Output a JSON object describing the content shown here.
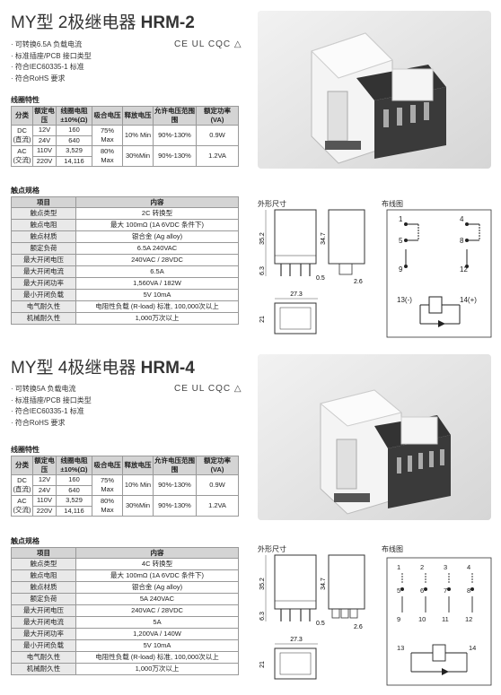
{
  "hrm2": {
    "title_prefix": "MY型 2极继电器 ",
    "title_model": "HRM-2",
    "features": [
      "可转换6.5A 负载电流",
      "标准插座/PCB 接口类型",
      "符合IEC60335-1 标准",
      "符合RoHS 要求"
    ],
    "certs": "CE  UL  CQC  △",
    "coil_title": "线圈特性",
    "coil_headers": [
      "分类",
      "额定电压",
      "线圈电阻 ±10%(Ω)",
      "吸合电压",
      "释放电压",
      "允许电压范围围",
      "额定功率 (VA)"
    ],
    "coil_rows": [
      {
        "cat": "DC (直流)",
        "v1": "12V",
        "r1": "160",
        "v2": "24V",
        "r2": "640",
        "pull": "75% Max",
        "rel": "10% Min",
        "range": "90%-130%",
        "power": "0.9W"
      },
      {
        "cat": "AC (交流)",
        "v1": "110V",
        "r1": "3,529",
        "v2": "220V",
        "r2": "14,116",
        "pull": "80% Max",
        "rel": "30%Min",
        "range": "90%-130%",
        "power": "1.2VA"
      }
    ],
    "contact_title": "触点规格",
    "contact_headers": [
      "项目",
      "内容"
    ],
    "contact_rows": [
      [
        "触点类型",
        "2C 转换型"
      ],
      [
        "触点电阻",
        "最大 100mΩ (1A 6VDC 条件下)"
      ],
      [
        "触点材质",
        "银合金 (Ag alloy)"
      ],
      [
        "额定负荷",
        "6.5A 240VAC"
      ],
      [
        "最大开闭电压",
        "240VAC / 28VDC"
      ],
      [
        "最大开闭电流",
        "6.5A"
      ],
      [
        "最大开闭功率",
        "1,560VA / 182W"
      ],
      [
        "最小开闭负载",
        "5V 10mA"
      ],
      [
        "电气耐久性",
        "电阻性负载 (R-load) 标准, 100,000次以上"
      ],
      [
        "机械耐久性",
        "1,000万次以上"
      ]
    ],
    "dim_title": "外形尺寸",
    "wiring_title": "布线图",
    "dims": {
      "h1": "35.2",
      "h2": "34.7",
      "pin": "6.3",
      "t1": "0.5",
      "t2": "2.6",
      "w": "27.3",
      "d": "21"
    },
    "terminals": [
      "1",
      "4",
      "5",
      "8",
      "9",
      "12",
      "13(-)",
      "14(+)"
    ]
  },
  "hrm4": {
    "title_prefix": "MY型 4极继电器 ",
    "title_model": "HRM-4",
    "features": [
      "可转换5A 负载电流",
      "标准插座/PCB 接口类型",
      "符合IEC60335-1 标准",
      "符合RoHS 要求"
    ],
    "certs": "CE  UL  CQC  △",
    "coil_title": "线圈特性",
    "coil_headers": [
      "分类",
      "额定电压",
      "线圈电阻 ±10%(Ω)",
      "吸合电压",
      "释放电压",
      "允许电压范围围",
      "额定功率 (VA)"
    ],
    "coil_rows": [
      {
        "cat": "DC (直流)",
        "v1": "12V",
        "r1": "160",
        "v2": "24V",
        "r2": "640",
        "pull": "75% Max",
        "rel": "10% Min",
        "range": "90%-130%",
        "power": "0.9W"
      },
      {
        "cat": "AC (交流)",
        "v1": "110V",
        "r1": "3,529",
        "v2": "220V",
        "r2": "14,116",
        "pull": "80% Max",
        "rel": "30%Min",
        "range": "90%-130%",
        "power": "1.2VA"
      }
    ],
    "contact_title": "触点规格",
    "contact_headers": [
      "项目",
      "内容"
    ],
    "contact_rows": [
      [
        "触点类型",
        "4C 转换型"
      ],
      [
        "触点电阻",
        "最大 100mΩ (1A 6VDC 条件下)"
      ],
      [
        "触点材质",
        "银合金 (Ag alloy)"
      ],
      [
        "额定负荷",
        "5A 240VAC"
      ],
      [
        "最大开闭电压",
        "240VAC / 28VDC"
      ],
      [
        "最大开闭电流",
        "5A"
      ],
      [
        "最大开闭功率",
        "1,200VA / 140W"
      ],
      [
        "最小开闭负载",
        "5V 10mA"
      ],
      [
        "电气耐久性",
        "电阻性负载 (R-load) 标准, 100,000次以上"
      ],
      [
        "机械耐久性",
        "1,000万次以上"
      ]
    ],
    "dim_title": "外形尺寸",
    "wiring_title": "布线图",
    "dims": {
      "h1": "35.2",
      "h2": "34.7",
      "pin": "6.3",
      "t1": "0.5",
      "t2": "2.6",
      "w": "27.3",
      "d": "21"
    },
    "terminals": [
      "1",
      "2",
      "3",
      "4",
      "5",
      "6",
      "7",
      "8",
      "9",
      "10",
      "11",
      "12",
      "13",
      "14"
    ]
  }
}
